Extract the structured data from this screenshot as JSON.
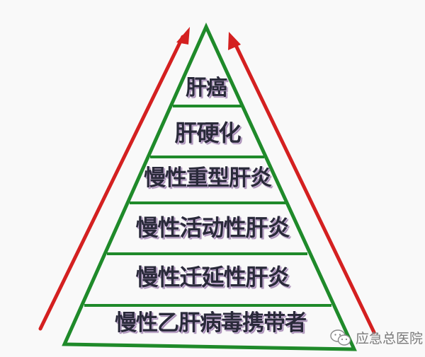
{
  "diagram": {
    "type": "pyramid",
    "description": "Hepatitis B progression pyramid with upward arrows",
    "colors": {
      "background": "#f9f9f9",
      "pyramid_stroke": "#1f8a2a",
      "arrow_color": "#d42020",
      "label_color": "#2a2a3a"
    },
    "levels": [
      {
        "label": "肝癌"
      },
      {
        "label": "肝硬化"
      },
      {
        "label": "慢性重型肝炎"
      },
      {
        "label": "慢性活动性肝炎"
      },
      {
        "label": "慢性迁延性肝炎"
      },
      {
        "label": "慢性乙肝病毒携带者"
      }
    ],
    "arrows": [
      {
        "side": "left",
        "direction": "up"
      },
      {
        "side": "right",
        "direction": "up"
      }
    ]
  },
  "watermark": {
    "icon": "wechat-icon",
    "text": "应急总医院"
  }
}
